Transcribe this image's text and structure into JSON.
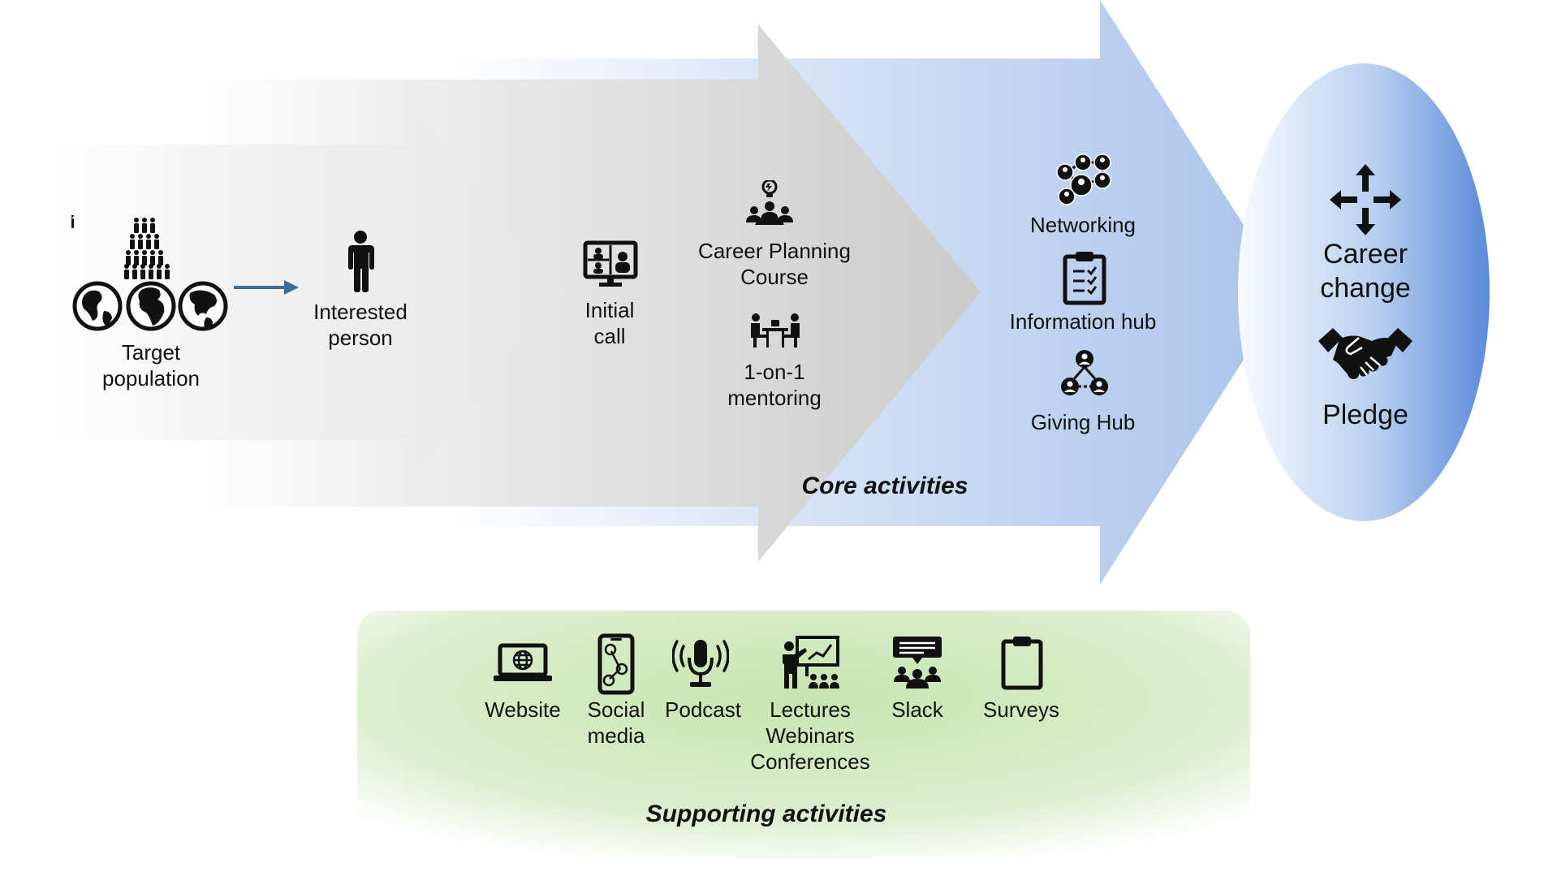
{
  "colors": {
    "grey_arrow_light": "#f4f4f4",
    "grey_arrow_dark": "#c8c8c8",
    "blue_arrow_light": "#f2f6fc",
    "blue_arrow_dark": "#a9c3ea",
    "ellipse_light": "#f6f9fe",
    "ellipse_dark": "#5a8ad8",
    "support_green": "#c8e6b4",
    "connector_arrow": "#3b6b96",
    "icon": "#111111"
  },
  "flow": {
    "target_population": {
      "icon": "people-globe-icon",
      "label_line1": "Target",
      "label_line2": "population"
    },
    "interested_person": {
      "icon": "person-icon",
      "label_line1": "Interested",
      "label_line2": "person"
    },
    "initial_call": {
      "icon": "video-call-icon",
      "label_line1": "Initial",
      "label_line2": "call"
    },
    "career_planning": {
      "icon": "group-idea-icon",
      "label_line1": "Career Planning",
      "label_line2": "Course"
    },
    "mentoring": {
      "icon": "mentoring-icon",
      "label_line1": "1-on-1",
      "label_line2": "mentoring"
    },
    "networking": {
      "icon": "network-icon",
      "label": "Networking"
    },
    "information_hub": {
      "icon": "clipboard-checklist-icon",
      "label": "Information hub"
    },
    "giving_hub": {
      "icon": "giving-network-icon",
      "label": "Giving Hub"
    },
    "core_title": "Core activities"
  },
  "outcomes": {
    "career_change": {
      "icon": "directions-arrows-icon",
      "label_line1": "Career",
      "label_line2": "change"
    },
    "pledge": {
      "icon": "handshake-icon",
      "label": "Pledge"
    }
  },
  "support": {
    "title": "Supporting activities",
    "items": [
      {
        "icon": "laptop-globe-icon",
        "line1": "Website",
        "line2": "",
        "line3": ""
      },
      {
        "icon": "phone-share-icon",
        "line1": "Social",
        "line2": "media",
        "line3": ""
      },
      {
        "icon": "microphone-icon",
        "line1": "Podcast",
        "line2": "",
        "line3": ""
      },
      {
        "icon": "lecture-icon",
        "line1": "Lectures",
        "line2": "Webinars",
        "line3": "Conferences"
      },
      {
        "icon": "chat-group-icon",
        "line1": "Slack",
        "line2": "",
        "line3": ""
      },
      {
        "icon": "clipboard-icon",
        "line1": "Surveys",
        "line2": "",
        "line3": ""
      }
    ]
  }
}
